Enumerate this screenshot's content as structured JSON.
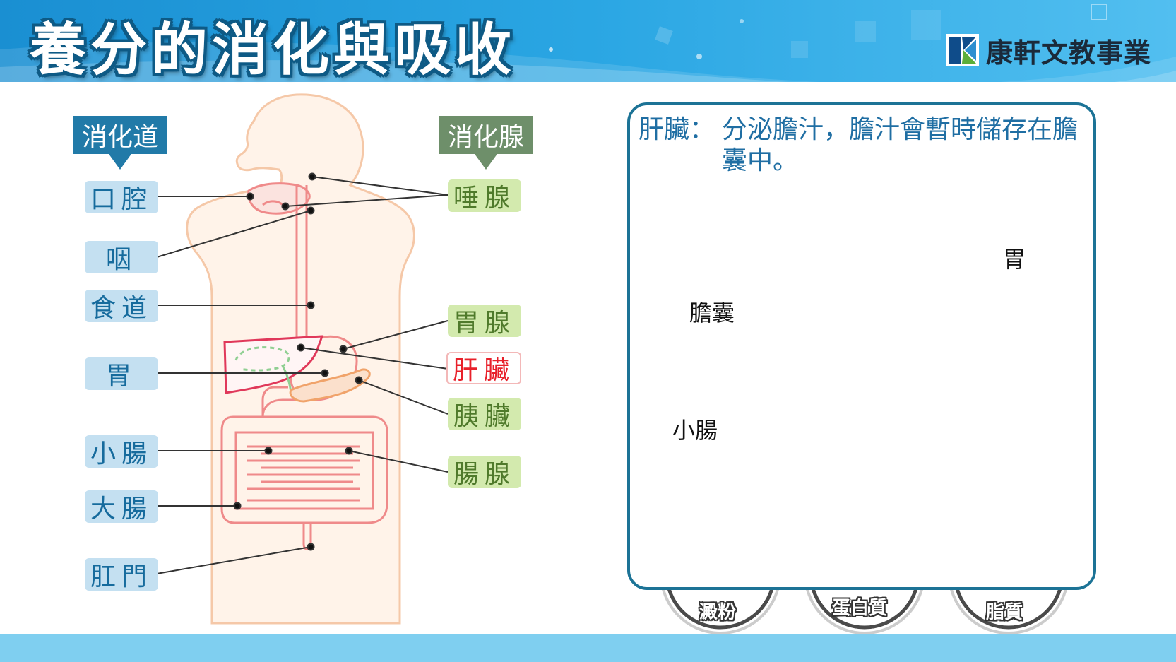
{
  "title": "養分的消化與吸收",
  "brand": {
    "name": "康軒文教事業"
  },
  "left_panel": {
    "tract_header": "消化道",
    "gland_header": "消化腺",
    "tract_labels": [
      "口腔",
      "咽",
      "食道",
      "胃",
      "小腸",
      "大腸",
      "肛門"
    ],
    "gland_labels": [
      "唾腺",
      "胃腺",
      "肝臟",
      "胰臟",
      "腸腺"
    ],
    "highlighted_gland": "肝臟",
    "colors": {
      "tract": "#217aa8",
      "gland": "#6e8f6a",
      "highlight": "#e8202a"
    }
  },
  "right_panel": {
    "term": "肝臟：",
    "description": "分泌膽汁，膽汁會暫時儲存在膽囊中。",
    "inset_labels": {
      "stomach": "胃",
      "gallbladder": "膽囊",
      "small_intestine": "小腸"
    }
  },
  "nutrients": [
    {
      "label": "澱粉",
      "icon": "starch-chain-icon"
    },
    {
      "label": "蛋白質",
      "icon": "protein-chain-icon"
    },
    {
      "label": "脂質",
      "icon": "lipid-icon"
    }
  ]
}
